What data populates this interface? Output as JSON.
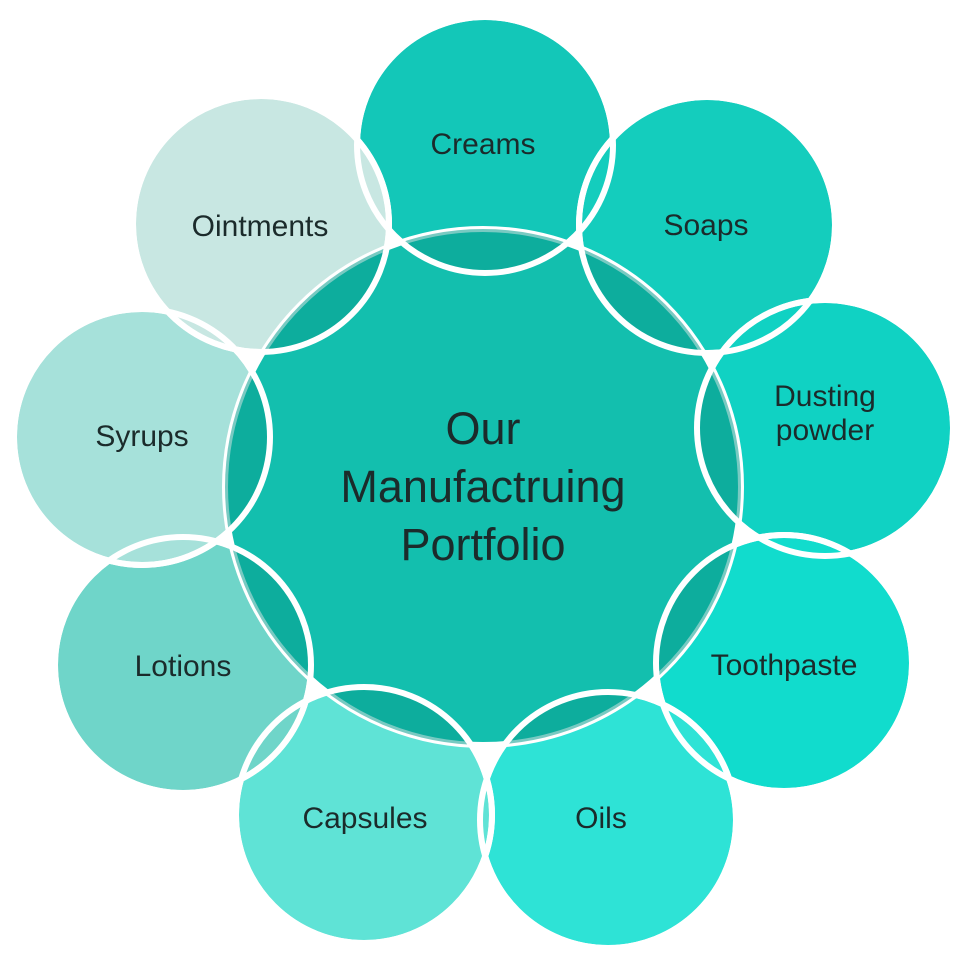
{
  "center": {
    "lines": [
      "Our",
      "Manufactruing",
      "Portfolio"
    ],
    "color": "#13bfae"
  },
  "petals": [
    {
      "label_lines": [
        "Creams"
      ],
      "color": "#13c7b8"
    },
    {
      "label_lines": [
        "Soaps"
      ],
      "color": "#14cdbd"
    },
    {
      "label_lines": [
        "Dusting",
        "powder"
      ],
      "color": "#10d2c3"
    },
    {
      "label_lines": [
        "Toothpaste"
      ],
      "color": "#11dccd"
    },
    {
      "label_lines": [
        "Oils"
      ],
      "color": "#2ee3d6"
    },
    {
      "label_lines": [
        "Capsules"
      ],
      "color": "#5fe3d6"
    },
    {
      "label_lines": [
        "Lotions"
      ],
      "color": "#6fd5c9"
    },
    {
      "label_lines": [
        "Syrups"
      ],
      "color": "#a6e1da"
    },
    {
      "label_lines": [
        "Ointments"
      ],
      "color": "#c8e7e2"
    }
  ]
}
